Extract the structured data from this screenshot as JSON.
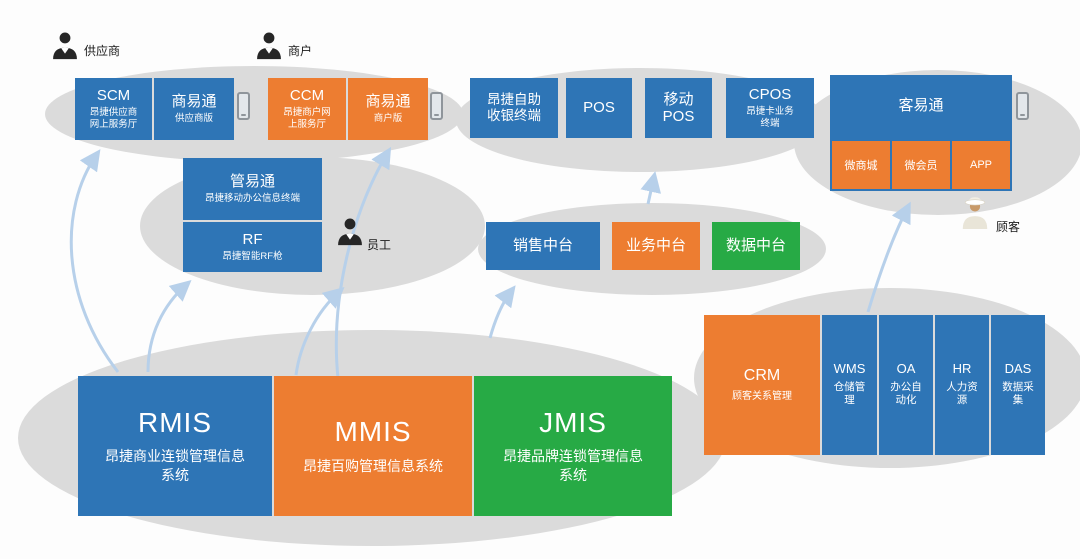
{
  "colors": {
    "node_blue": "#2E75B6",
    "node_orange": "#ED7D31",
    "node_green": "#27AA45",
    "cloud_gray": "#DBDBDB",
    "arrow_blue": "#B7D0EA"
  },
  "actors": {
    "supplier": "供应商",
    "merchant": "商户",
    "employee": "员工",
    "customer": "顾客"
  },
  "supplier_group": {
    "scm_title": "SCM",
    "scm_sub": "昂捷供应商\n网上服务厅",
    "syt_title": "商易通",
    "syt_sub": "供应商版"
  },
  "merchant_group": {
    "ccm_title": "CCM",
    "ccm_sub": "昂捷商户网\n上服务厅",
    "syt_title": "商易通",
    "syt_sub": "商户版"
  },
  "staff_group": {
    "gyt_title": "管易通",
    "gyt_sub": "昂捷移动办公信息终端",
    "rf_title": "RF",
    "rf_sub": "昂捷智能RF枪"
  },
  "pos_group": {
    "self_checkout": "昂捷自助\n收银终端",
    "pos": "POS",
    "mobile_pos": "移动\nPOS",
    "cpos_title": "CPOS",
    "cpos_sub": "昂捷卡业务\n终端"
  },
  "customer_group": {
    "kyt": "客易通",
    "wsc": "微商城",
    "why": "微会员",
    "app": "APP"
  },
  "middle_platform": {
    "sales": "销售中台",
    "business": "业务中台",
    "data": "数据中台"
  },
  "mis": {
    "rmis_title": "RMIS",
    "rmis_sub": "昂捷商业连锁管理信息\n系统",
    "mmis_title": "MMIS",
    "mmis_sub": "昂捷百购管理信息系统",
    "jmis_title": "JMIS",
    "jmis_sub": "昂捷品牌连锁管理信息\n系统"
  },
  "backend": {
    "crm_title": "CRM",
    "crm_sub": "顾客关系管理",
    "wms_title": "WMS",
    "wms_sub": "仓储管\n理",
    "oa_title": "OA",
    "oa_sub": "办公自\n动化",
    "hr_title": "HR",
    "hr_sub": "人力资\n源",
    "das_title": "DAS",
    "das_sub": "数据采\n集"
  }
}
